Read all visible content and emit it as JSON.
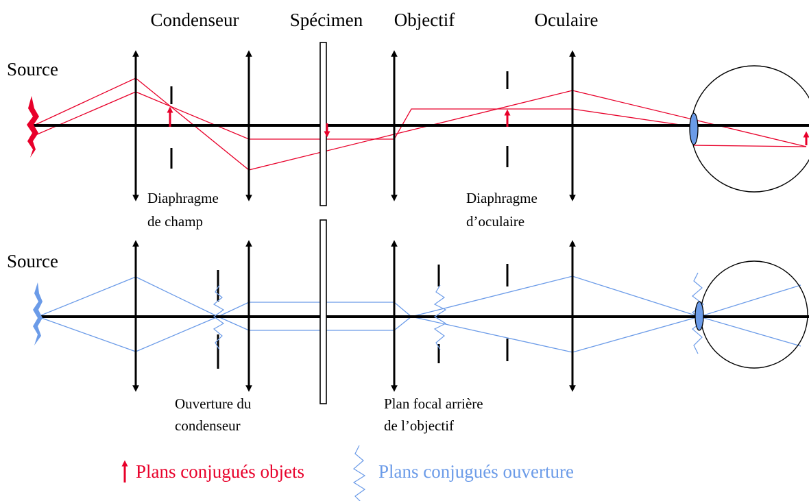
{
  "headers": {
    "condenser": "Condenseur",
    "specimen": "Spécimen",
    "objective": "Objectif",
    "eyepiece": "Oculaire"
  },
  "source_top": "Source",
  "source_bottom": "Source",
  "labels": {
    "field_diaphragm": [
      "Diaphragme",
      "de champ"
    ],
    "eyepiece_diaphragm": [
      "Diaphragme",
      "d’oculaire"
    ],
    "condenser_aperture": [
      "Ouverture du",
      "condenseur"
    ],
    "objective_back_focal_plane": [
      "Plan focal arrière",
      "de l’objectif"
    ]
  },
  "legend": {
    "object_planes": "Plans conjugués objets",
    "aperture_planes": "Plans conjugués ouverture"
  },
  "colors": {
    "axis": "#000000",
    "object_rays": "#e8002a",
    "aperture_rays": "#6b9be8",
    "lens_fill": "#6b9be8"
  },
  "icons": {
    "object_plane_marker": "red-up-arrow-icon",
    "aperture_plane_marker": "blue-jagged-glow-icon"
  }
}
